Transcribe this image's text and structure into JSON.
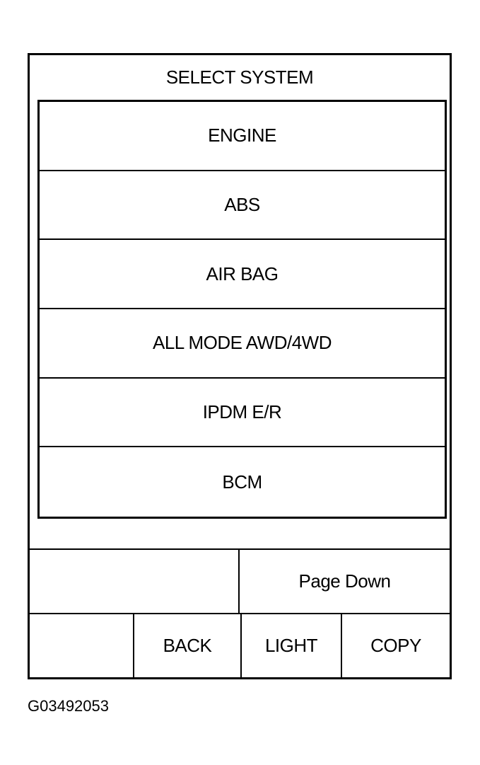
{
  "screen": {
    "title": "SELECT SYSTEM",
    "systems": [
      {
        "label": "ENGINE"
      },
      {
        "label": "ABS"
      },
      {
        "label": "AIR BAG"
      },
      {
        "label": "ALL MODE AWD/4WD"
      },
      {
        "label": "IPDM E/R"
      },
      {
        "label": "BCM"
      }
    ],
    "controls": {
      "page_down_label": "Page Down",
      "back_label": "BACK",
      "light_label": "LIGHT",
      "copy_label": "COPY"
    }
  },
  "caption": "G03492053"
}
